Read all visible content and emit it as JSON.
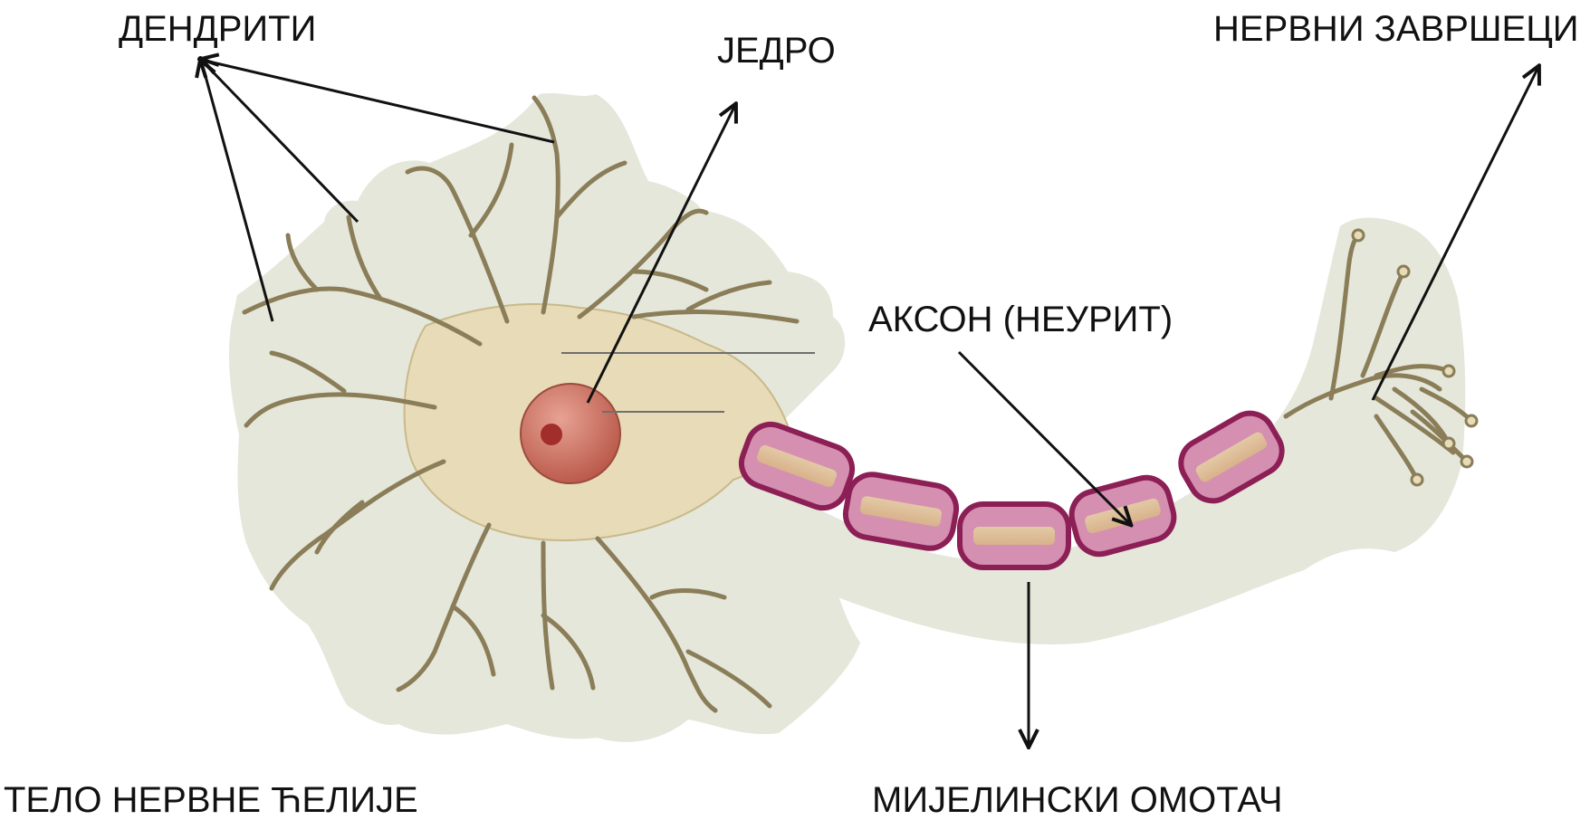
{
  "labels": {
    "dendrites": "ДЕНДРИТИ",
    "nucleus": "ЈЕДРО",
    "nerve_endings": "НЕРВНИ ЗАВРШЕЦИ",
    "axon": "АКСОН (НЕУРИТ)",
    "cell_body": "ТЕЛО НЕРВНЕ ЋЕЛИЈЕ",
    "myelin_sheath": "МИЈЕЛИНСКИ ОМОТАЧ"
  },
  "colors": {
    "background": "#ffffff",
    "cell_region": "#e4e7da",
    "cytoplasm": "#e8dbb8",
    "dendrite_stroke": "#8a7d58",
    "nucleus": "#c96b5d",
    "nucleolus": "#a12e2a",
    "myelin_fill": "#d58fb0",
    "myelin_stroke": "#8c1f55",
    "arrow": "#111111"
  }
}
